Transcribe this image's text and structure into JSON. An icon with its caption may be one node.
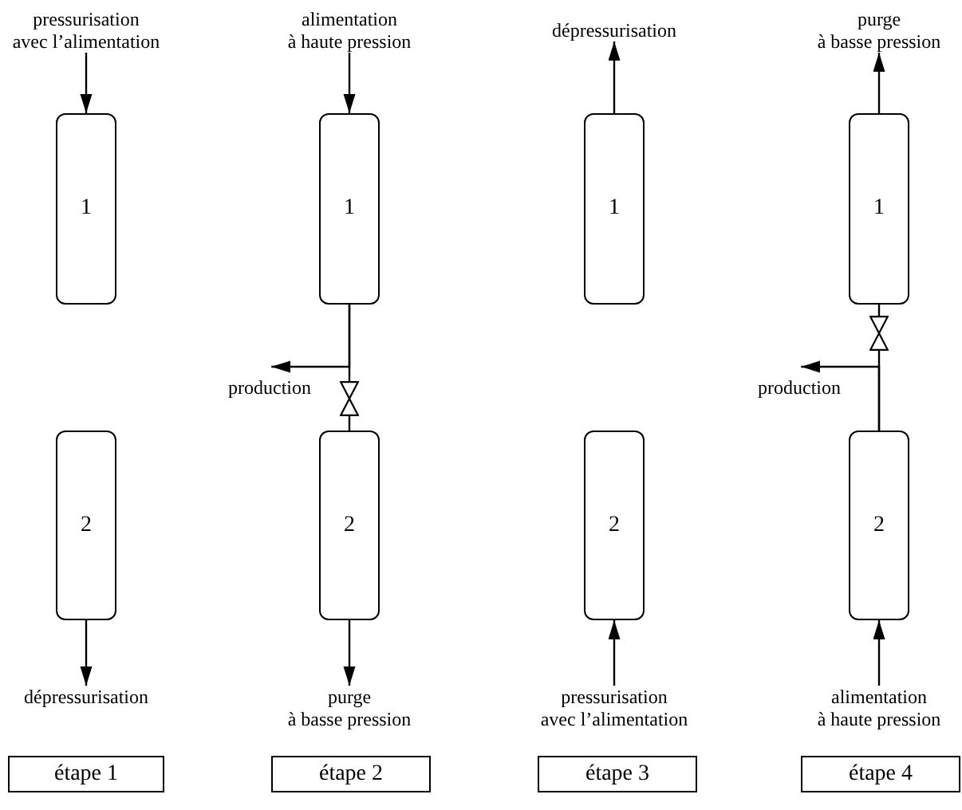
{
  "diagram": {
    "nodes": [
      {
        "text": [
          "pressurisation avec l’alimentation"
        ]
      },
      {
        "text": [
          "1"
        ]
      },
      {
        "text": [
          "2"
        ]
      },
      {
        "text": [
          "dépressurisation"
        ]
      },
      {
        "text": [
          "étape 1"
        ]
      },
      {
        "text": [
          "alimentation à haute pression"
        ]
      },
      {
        "text": [
          "1"
        ]
      },
      {
        "text": [
          "production"
        ]
      },
      {
        "text": [],
        "shape": "valve"
      },
      {
        "text": [
          "2"
        ]
      },
      {
        "text": [
          "purge à basse pression"
        ]
      },
      {
        "text": [
          "étape 2"
        ]
      },
      {
        "text": [
          "dépressurisation"
        ]
      },
      {
        "text": [
          "1"
        ]
      },
      {
        "text": [
          "2"
        ]
      },
      {
        "text": [
          "pressurisation avec l’alimentation"
        ]
      },
      {
        "text": [
          "étape 3"
        ]
      },
      {
        "text": [
          "purge à basse pression"
        ]
      },
      {
        "text": [
          "1"
        ]
      },
      {
        "text": [],
        "shape": "valve"
      },
      {
        "text": [
          "production"
        ]
      },
      {
        "text": [
          "2"
        ]
      },
      {
        "text": [
          "alimentation à haute pression"
        ]
      },
      {
        "text": [
          "étape 4"
        ]
      }
    ],
    "edges": [
      {
        "from": 0,
        "to": 1,
        "arrow": "to"
      },
      {
        "from": 2,
        "to": 3,
        "arrow": "to"
      },
      {
        "from": 5,
        "to": 6,
        "arrow": "to"
      },
      {
        "from": 6,
        "to": 7,
        "arrow": "to"
      },
      {
        "from": 6,
        "to": 8,
        "arrow": "none"
      },
      {
        "from": 8,
        "to": 9,
        "arrow": "none"
      },
      {
        "from": 9,
        "to": 10,
        "arrow": "to"
      },
      {
        "from": 13,
        "to": 12,
        "arrow": "to"
      },
      {
        "from": 15,
        "to": 14,
        "arrow": "to"
      },
      {
        "from": 22,
        "to": 21,
        "arrow": "to"
      },
      {
        "from": 21,
        "to": 20,
        "arrow": "to"
      },
      {
        "from": 21,
        "to": 19,
        "arrow": "none"
      },
      {
        "from": 19,
        "to": 18,
        "arrow": "none"
      },
      {
        "from": 18,
        "to": 17,
        "arrow": "to"
      }
    ]
  }
}
